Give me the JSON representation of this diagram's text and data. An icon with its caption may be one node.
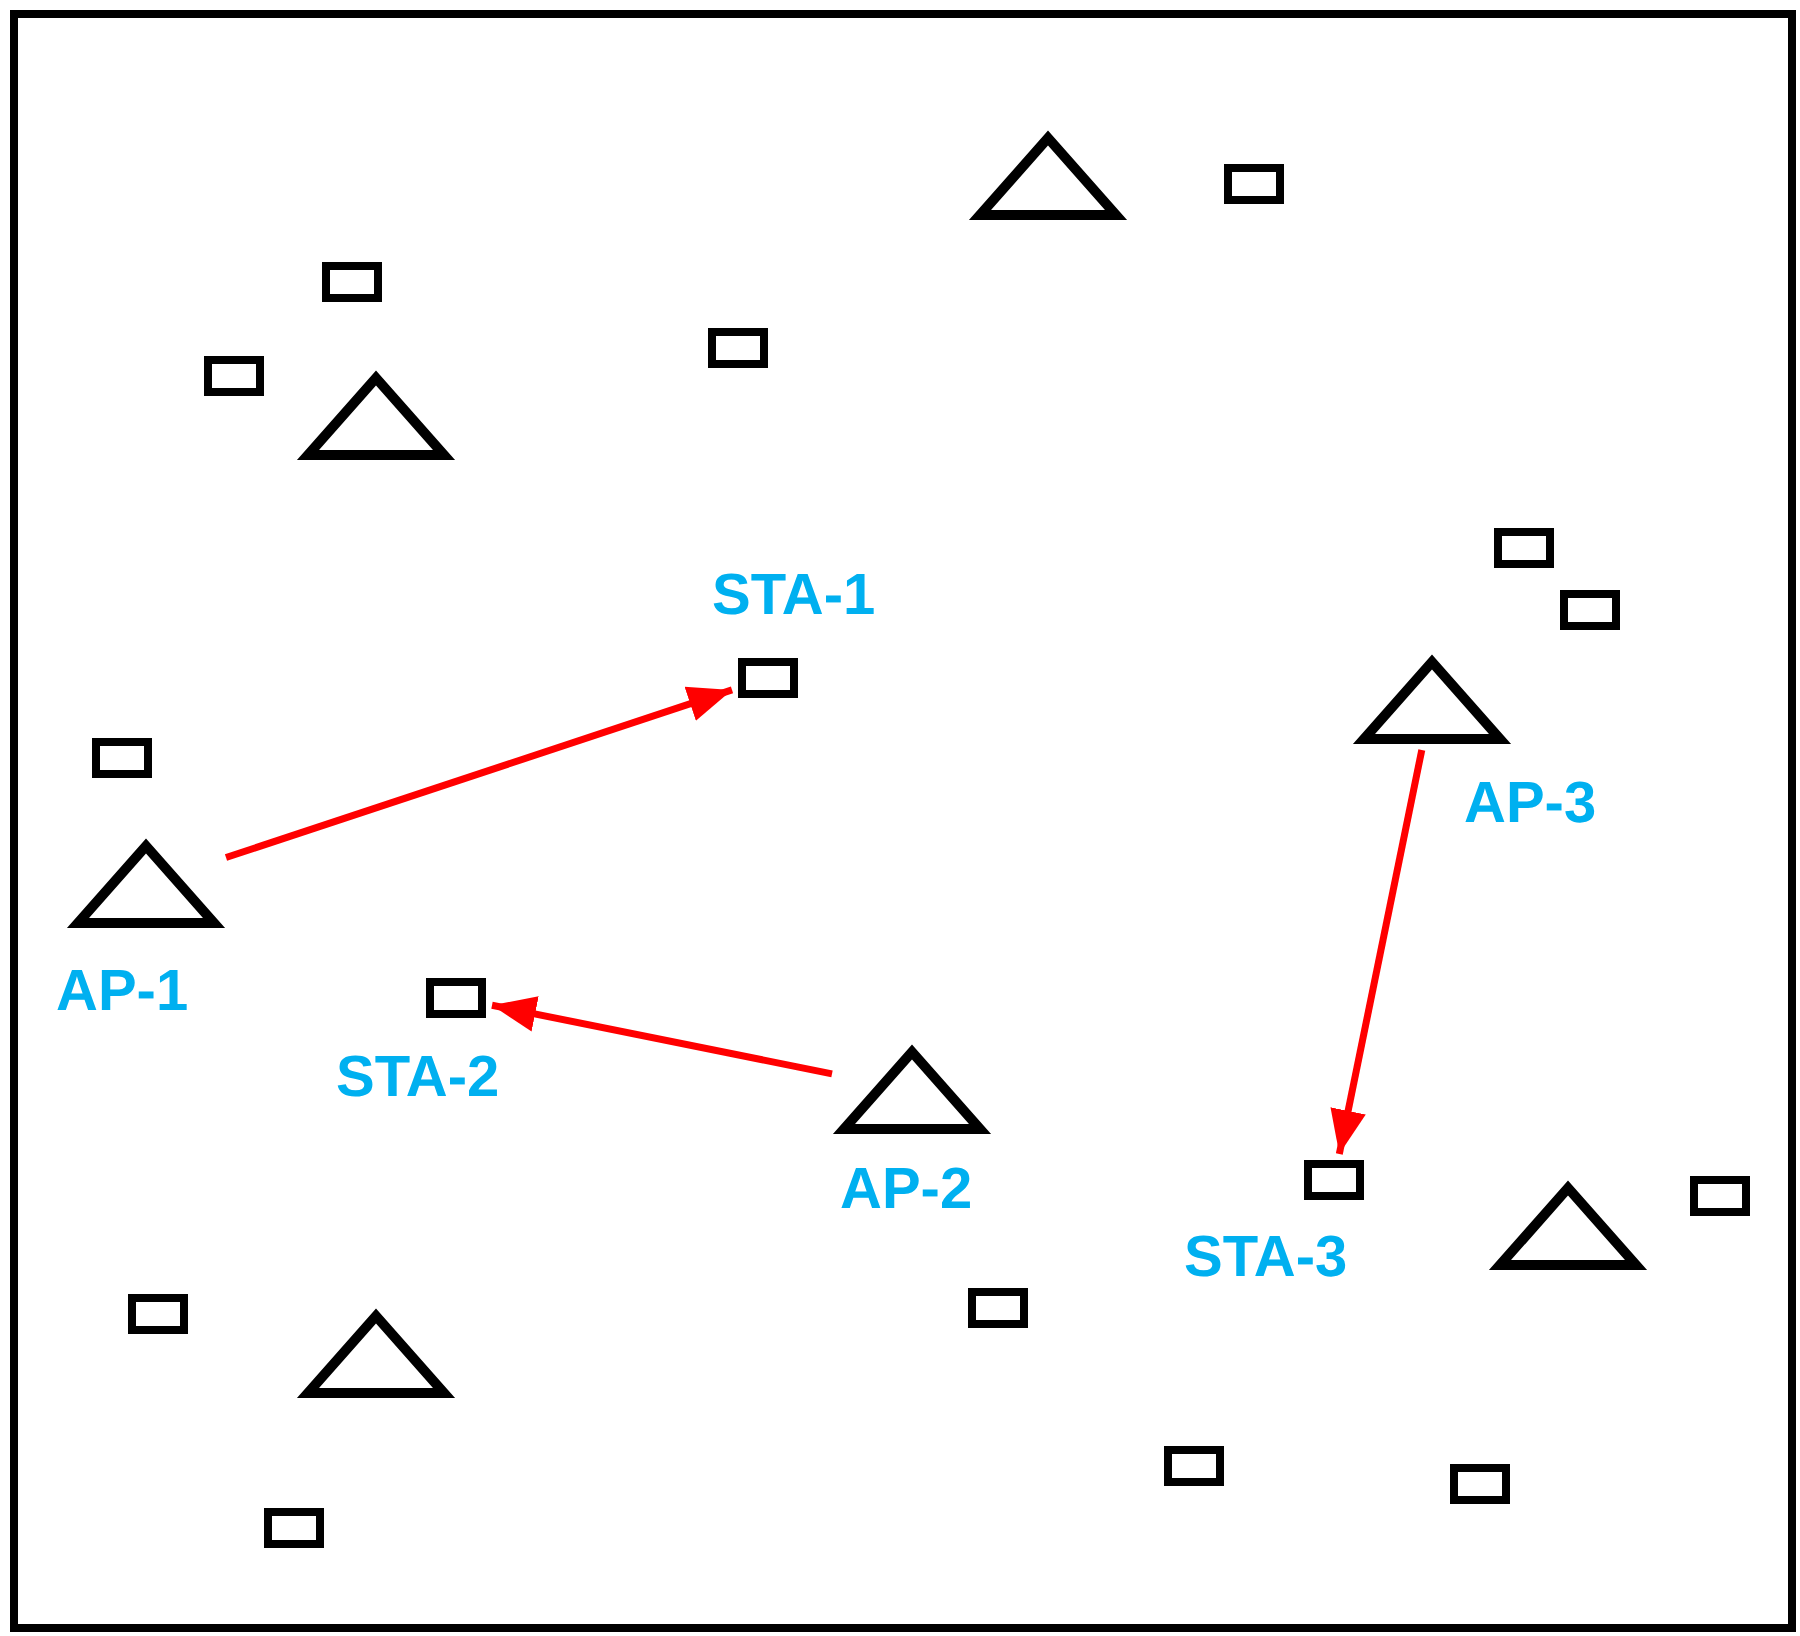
{
  "diagram": {
    "nodes": [
      {
        "text": [],
        "shape": "triangle"
      },
      {
        "text": [],
        "shape": "box"
      },
      {
        "text": [],
        "shape": "box"
      },
      {
        "text": [],
        "shape": "box"
      },
      {
        "text": [],
        "shape": "box"
      },
      {
        "text": [],
        "shape": "triangle"
      },
      {
        "text": [],
        "shape": "box"
      },
      {
        "text": [],
        "shape": "box"
      },
      {
        "text": [],
        "shape": "box",
        "beside": [
          "STA-1"
        ]
      },
      {
        "text": [],
        "shape": "triangle",
        "beside": [
          "AP-3"
        ]
      },
      {
        "text": [],
        "shape": "box"
      },
      {
        "text": [],
        "shape": "triangle",
        "beside": [
          "AP-1"
        ]
      },
      {
        "text": [],
        "shape": "box",
        "beside": [
          "STA-2"
        ]
      },
      {
        "text": [],
        "shape": "triangle",
        "beside": [
          "AP-2"
        ]
      },
      {
        "text": [],
        "shape": "box",
        "beside": [
          "STA-3"
        ]
      },
      {
        "text": [],
        "shape": "box"
      },
      {
        "text": [],
        "shape": "triangle"
      },
      {
        "text": [],
        "shape": "box"
      },
      {
        "text": [],
        "shape": "box"
      },
      {
        "text": [],
        "shape": "triangle"
      },
      {
        "text": [],
        "shape": "box"
      },
      {
        "text": [],
        "shape": "box"
      },
      {
        "text": [],
        "shape": "box"
      }
    ],
    "edges": [
      {
        "from": 11,
        "to": 8,
        "arrow": "to"
      },
      {
        "from": 13,
        "to": 12,
        "arrow": "to"
      },
      {
        "from": 9,
        "to": 14,
        "arrow": "to"
      }
    ]
  }
}
